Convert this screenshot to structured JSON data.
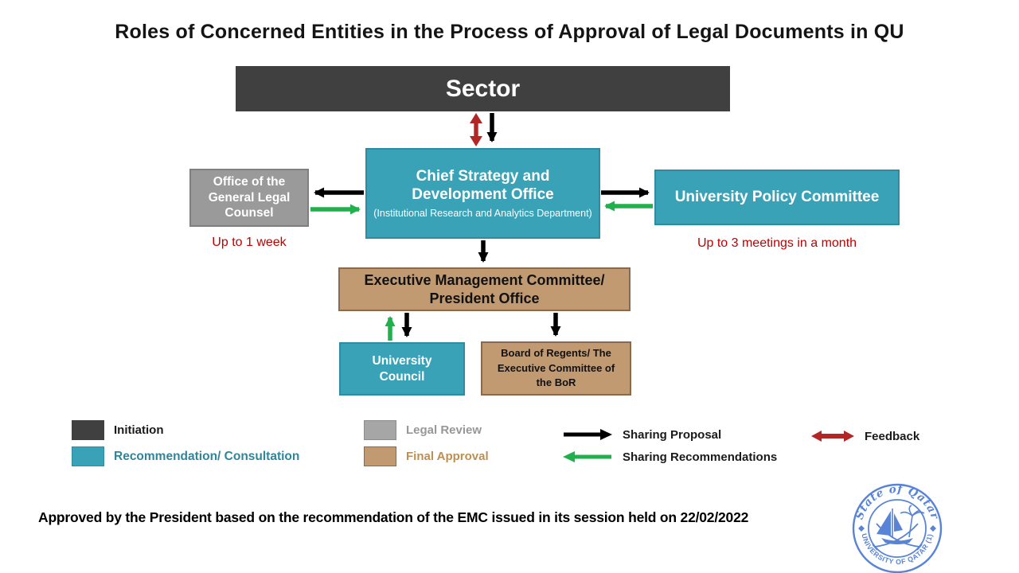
{
  "title": "Roles of Concerned Entities in the Process of Approval of Legal Documents in QU",
  "nodes": {
    "sector": {
      "label": "Sector"
    },
    "csdo": {
      "title": "Chief Strategy and Development Office",
      "subtitle": "(Institutional Research and Analytics Department)"
    },
    "legal_counsel": {
      "label": "Office of the General Legal Counsel",
      "note": "Up to 1 week"
    },
    "policy_committee": {
      "label": "University Policy Committee",
      "note": "Up to 3 meetings in a month"
    },
    "emc": {
      "label": "Executive Management Committee/ President Office"
    },
    "university_council": {
      "label": "University Council"
    },
    "board_of_regents": {
      "label": "Board of Regents/ The Executive Committee of the BoR"
    }
  },
  "legend": {
    "initiation": "Initiation",
    "recommendation": "Recommendation/ Consultation",
    "legal_review": "Legal Review",
    "final_approval": "Final Approval",
    "sharing_proposal": "Sharing Proposal",
    "sharing_recommendations": "Sharing Recommendations",
    "feedback": "Feedback"
  },
  "footer": {
    "approval_note": "Approved by the President based on the recommendation of the EMC issued in its session held on 22/02/2022"
  },
  "seal": {
    "top_text": "State of Qatar",
    "bottom_text": "UNIVERSITY OF QATAR (1)"
  },
  "colors": {
    "initiation": "#404040",
    "recommendation_consultation": "#3AA2B7",
    "legal_review": "#A6A6A6",
    "final_approval": "#C19A72",
    "sharing_proposal_arrow": "#000000",
    "sharing_recommendations_arrow": "#21B14C",
    "feedback_arrow": "#B22726",
    "time_note_text": "#C00000",
    "seal_stamp": "#4A79D4"
  }
}
